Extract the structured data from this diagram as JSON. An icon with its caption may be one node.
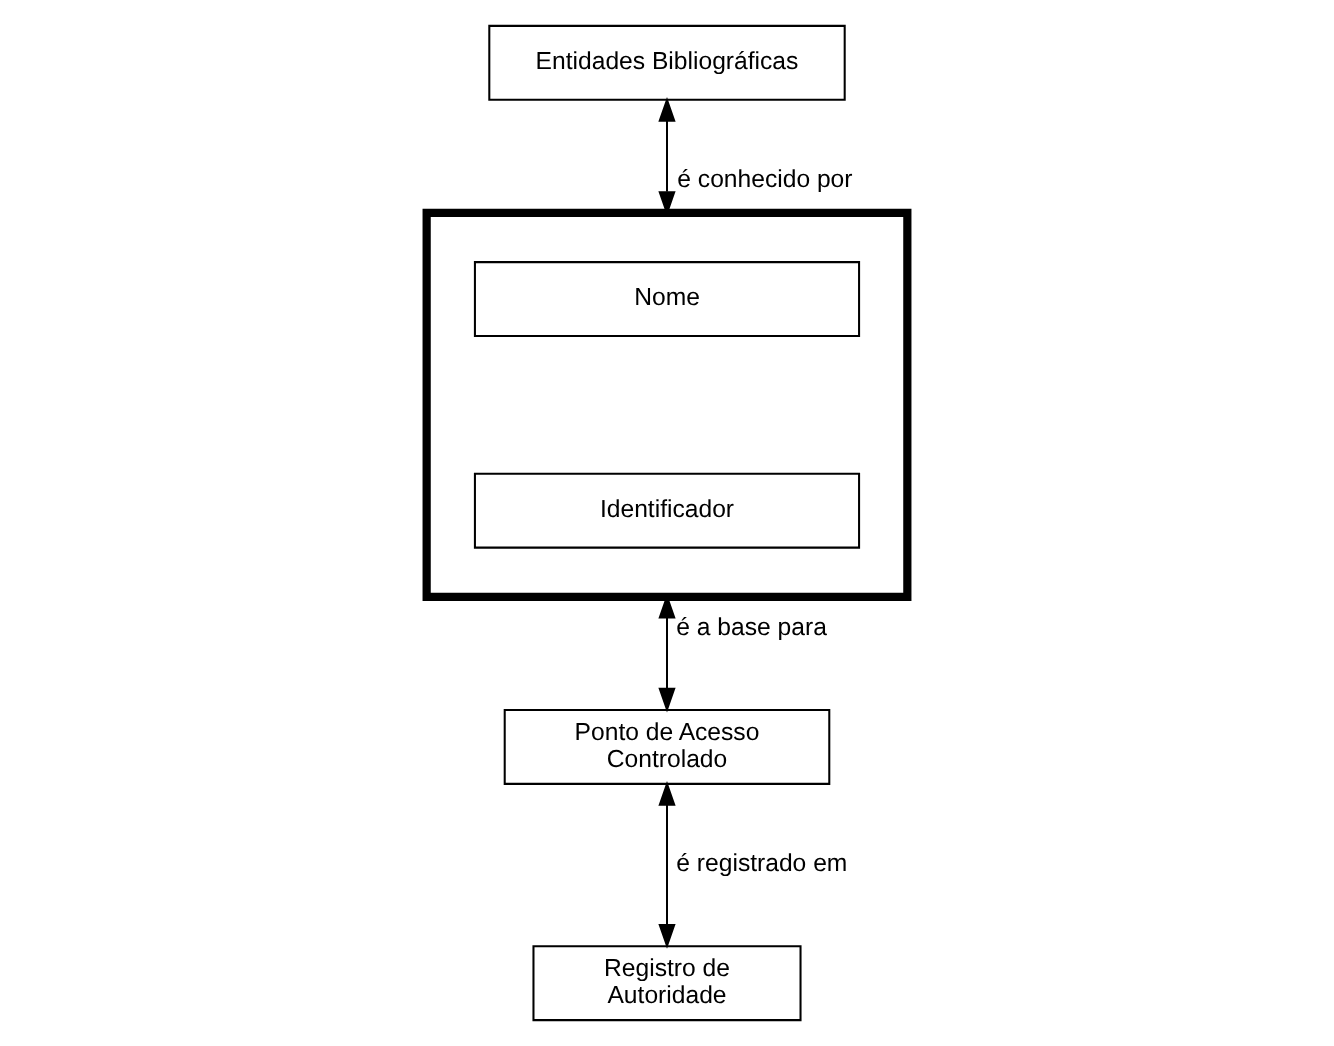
{
  "diagram": {
    "nodes": [
      {
        "text": [
          "Entidades Bibliográficas"
        ]
      },
      {
        "text": [],
        "shape": "box"
      },
      {
        "text": [
          "Nome"
        ],
        "in": 1
      },
      {
        "text": [
          "Identificador"
        ],
        "in": 1
      },
      {
        "text": [
          "Ponto de Acesso Controlado"
        ]
      },
      {
        "text": [
          "Registro de Autoridade"
        ]
      }
    ],
    "edges": [
      {
        "from": 0,
        "to": 1,
        "arrow": "both",
        "label": "é conhecido por"
      },
      {
        "from": 1,
        "to": 4,
        "arrow": "both",
        "label": "é a base para"
      },
      {
        "from": 4,
        "to": 5,
        "arrow": "both",
        "label": "é registrado em"
      }
    ]
  }
}
